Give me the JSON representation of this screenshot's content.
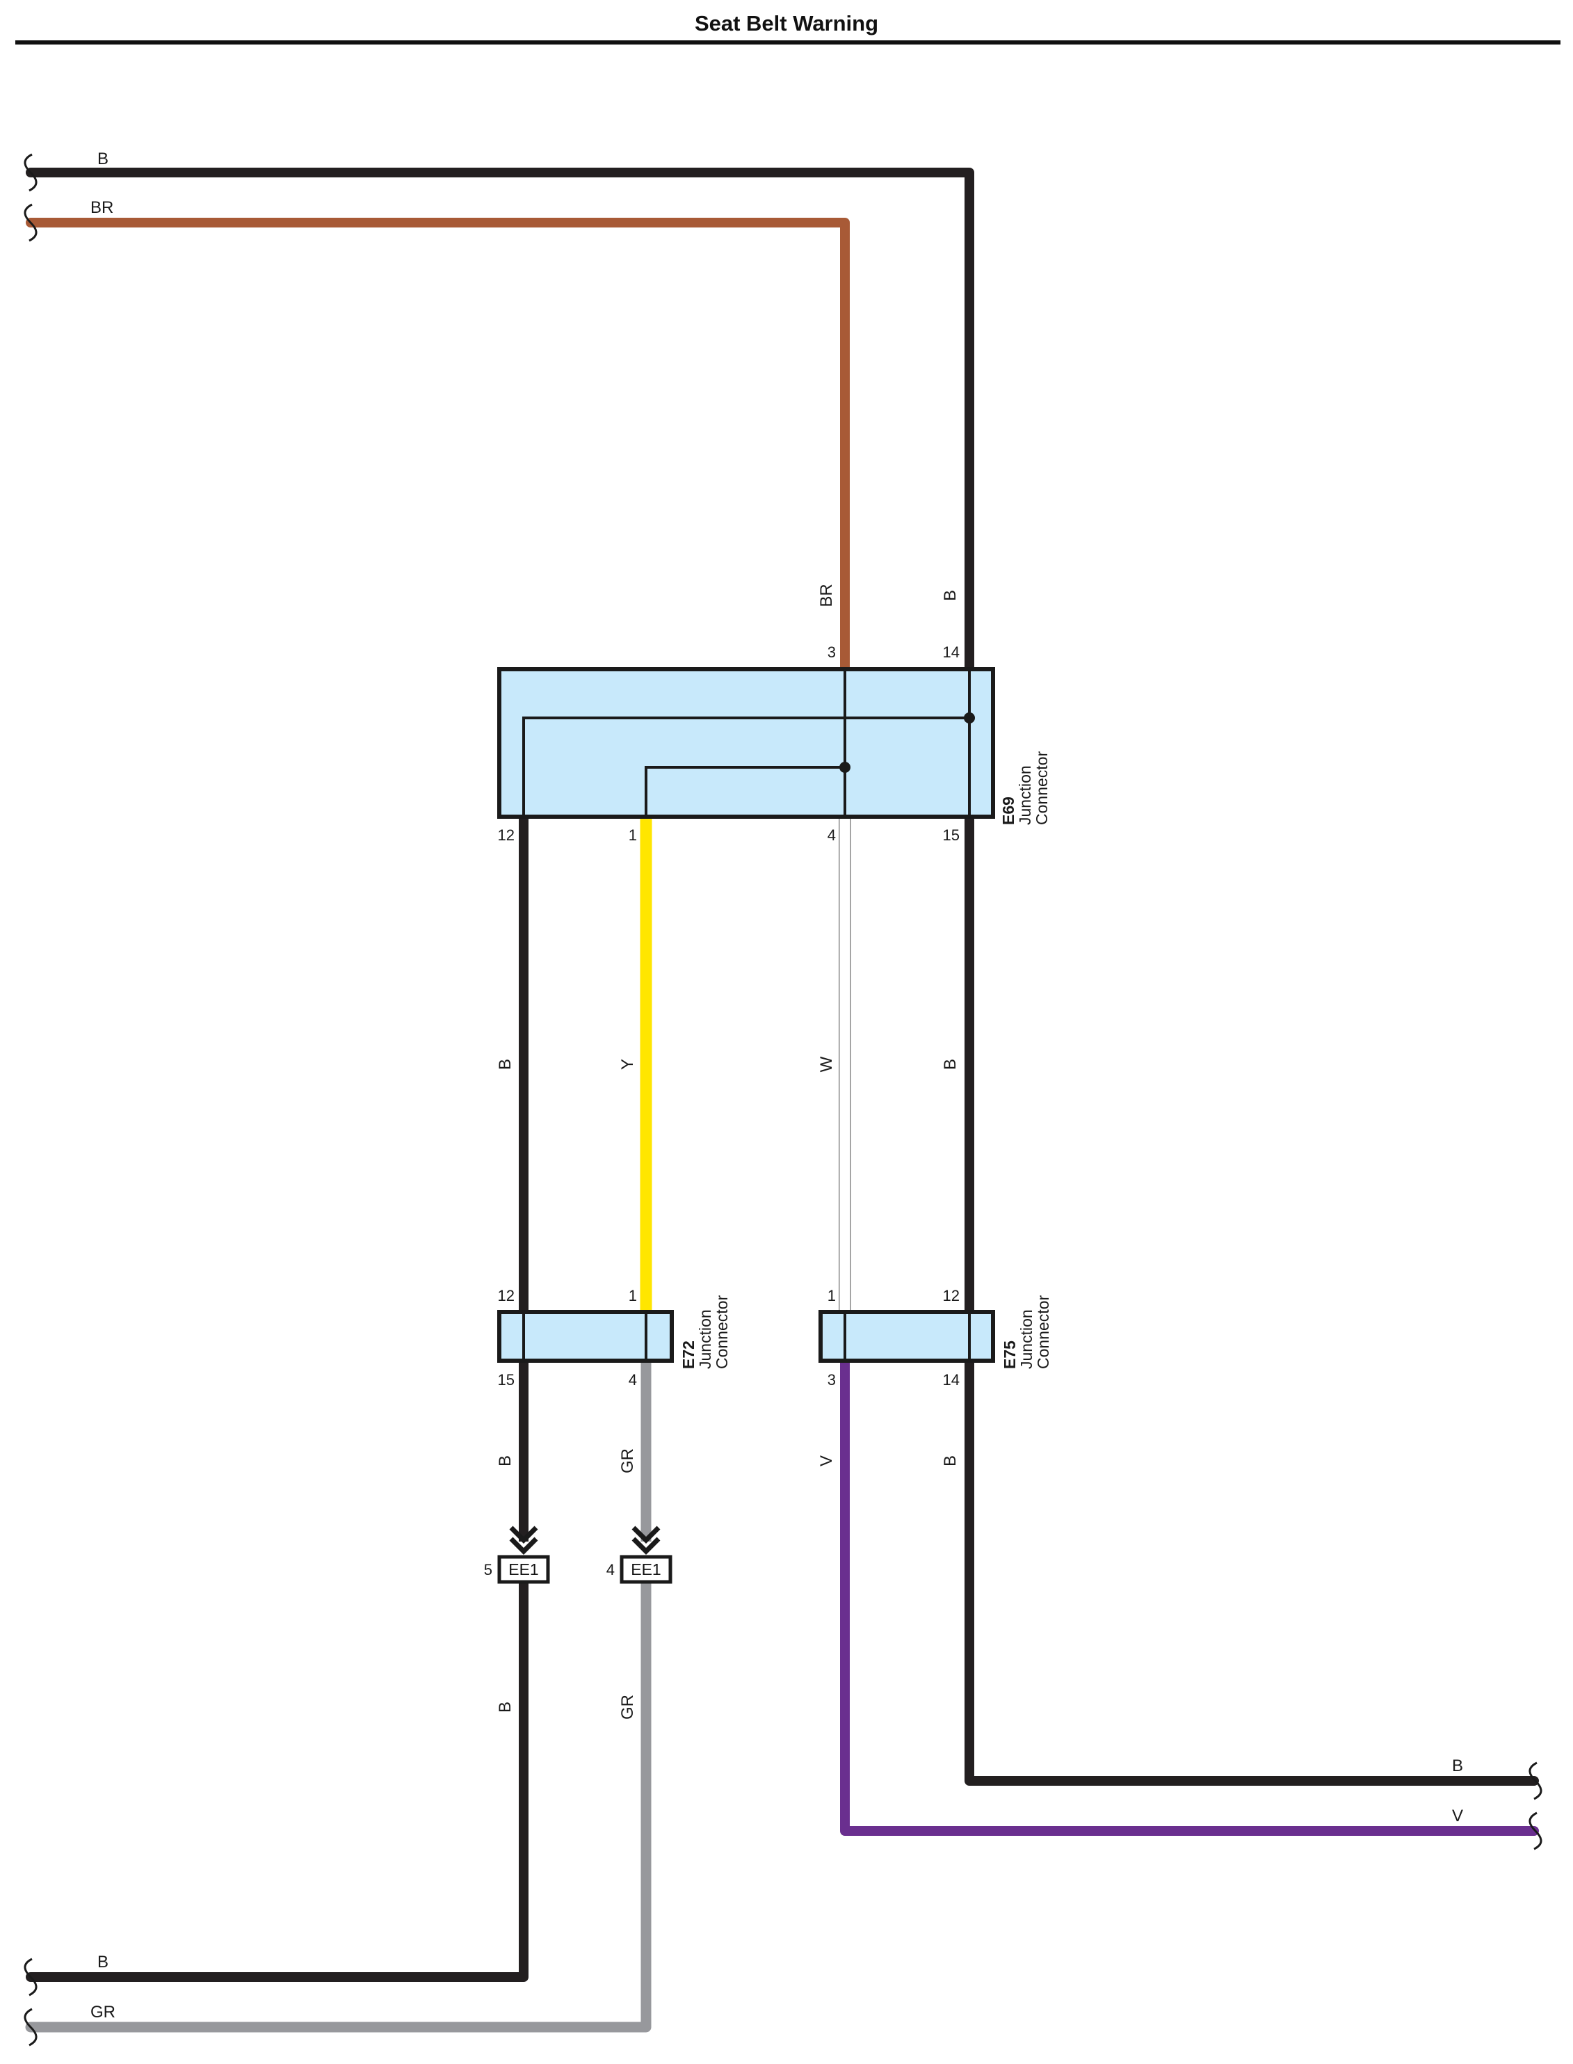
{
  "title": "Seat Belt Warning",
  "colors": {
    "B": "#231f20",
    "BR": "#a85a36",
    "Y": "#ffe600",
    "W": "#ffffff",
    "GR": "#97989c",
    "V": "#6a2f8f",
    "connector_fill": "#c8e9fb",
    "outline": "#1a1a1a"
  },
  "wire_labels": {
    "top_b": "B",
    "top_br": "BR",
    "v_br": "BR",
    "v_b14": "B",
    "v_b12": "B",
    "v_y": "Y",
    "v_w": "W",
    "v_b15": "B",
    "v_b_e72": "B",
    "v_gr_e72": "GR",
    "v_v_e75": "V",
    "v_b_e75": "B",
    "v_b_low": "B",
    "v_gr_low": "GR",
    "right_b": "B",
    "right_v": "V",
    "bottom_b": "B",
    "bottom_gr": "GR"
  },
  "connectors": {
    "e69": {
      "id": "E69",
      "name_line1": "Junction",
      "name_line2": "Connector",
      "pins": {
        "p3": "3",
        "p14": "14",
        "p12": "12",
        "p1": "1",
        "p4": "4",
        "p15": "15"
      }
    },
    "e72": {
      "id": "E72",
      "name_line1": "Junction",
      "name_line2": "Connector",
      "pins": {
        "p12": "12",
        "p1": "1",
        "p15": "15",
        "p4": "4"
      }
    },
    "e75": {
      "id": "E75",
      "name_line1": "Junction",
      "name_line2": "Connector",
      "pins": {
        "p1": "1",
        "p12": "12",
        "p3": "3",
        "p14": "14"
      }
    },
    "ee1_left": {
      "code": "EE1",
      "pin": "5"
    },
    "ee1_right": {
      "code": "EE1",
      "pin": "4"
    }
  }
}
